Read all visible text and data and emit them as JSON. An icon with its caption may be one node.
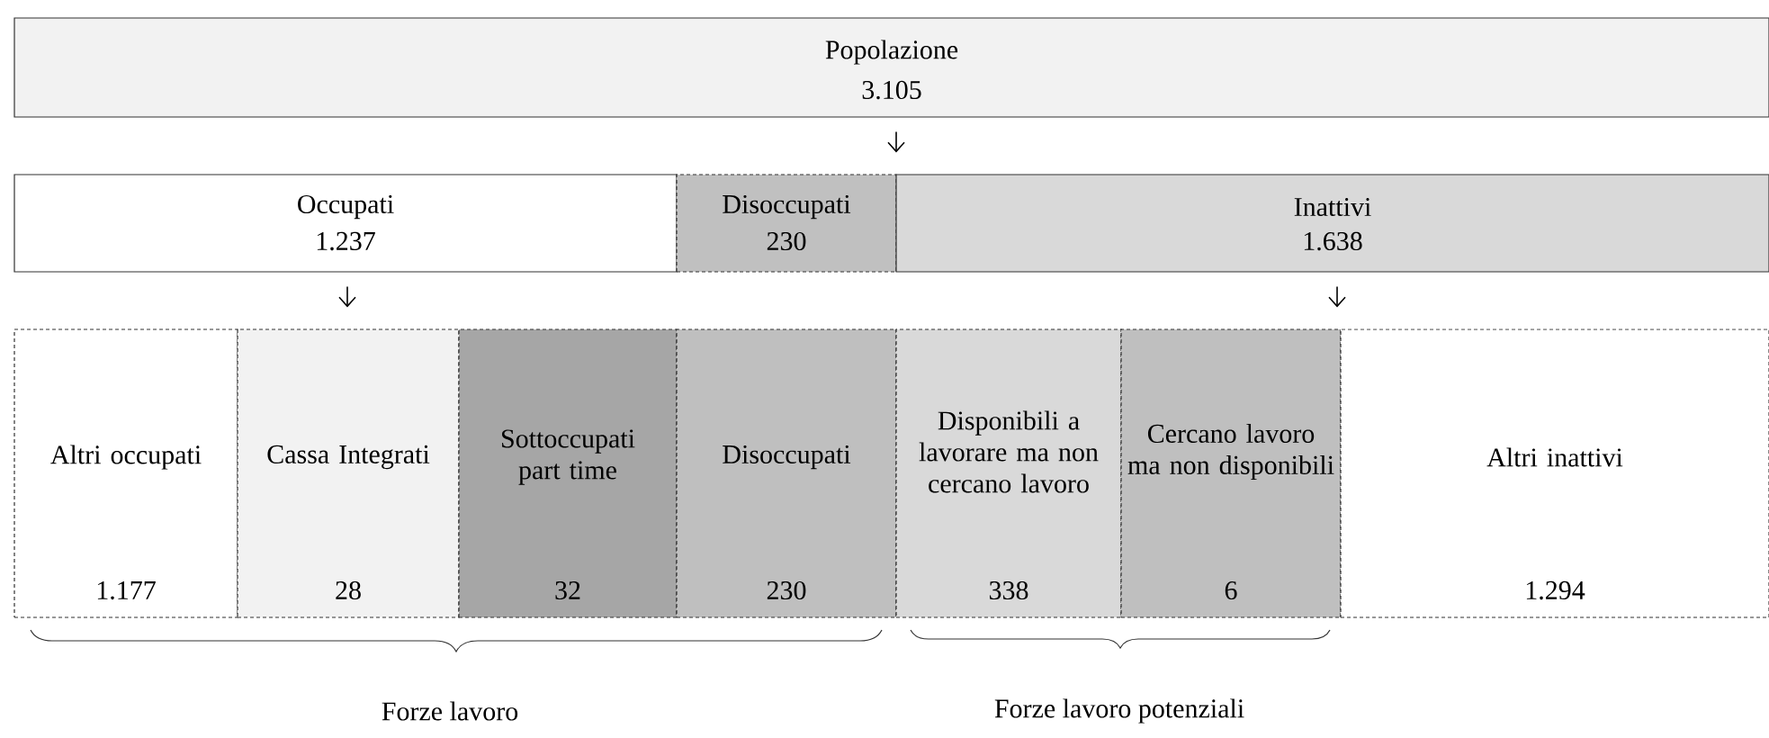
{
  "diagram": {
    "nodes": [
      {
        "text": [
          "Popolazione",
          "3.105"
        ]
      },
      {
        "text": [
          "Occupati",
          "1.237"
        ]
      },
      {
        "text": [
          "Disoccupati",
          "230"
        ]
      },
      {
        "text": [
          "Inattivi",
          "1.638"
        ]
      },
      {
        "text": [
          "Altri occupati",
          "1.177"
        ]
      },
      {
        "text": [
          "Cassa Integrati",
          "28"
        ]
      },
      {
        "text": [
          "Sottoccupati part time",
          "32"
        ]
      },
      {
        "text": [
          "Disoccupati",
          "230"
        ]
      },
      {
        "text": [
          "Disponibili a lavorare ma non cercano lavoro",
          "338"
        ]
      },
      {
        "text": [
          "Cercano lavoro ma non disponibili",
          "6"
        ]
      },
      {
        "text": [
          "Altri inattivi",
          "1.294"
        ]
      }
    ],
    "edges": [
      {
        "from": 0,
        "to": 2,
        "arrow": "to"
      },
      {
        "from": 1,
        "to": 5,
        "arrow": "to"
      },
      {
        "from": 3,
        "to": 9,
        "arrow": "to"
      }
    ],
    "labels": [
      "Forze lavoro",
      "Forze lavoro potenziali"
    ]
  }
}
